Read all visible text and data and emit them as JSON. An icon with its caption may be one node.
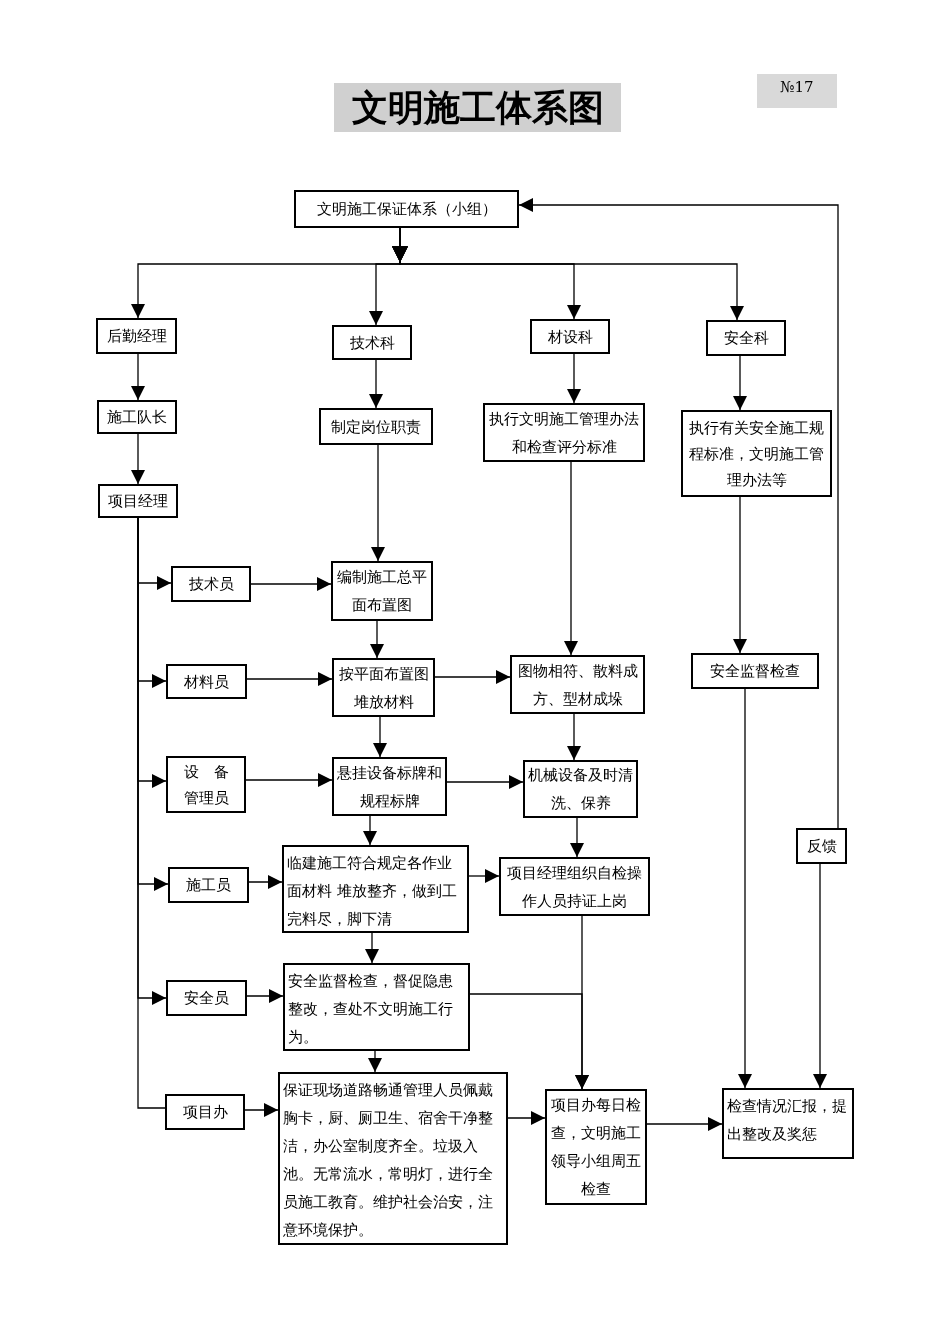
{
  "diagram": {
    "title": "文明施工体系图",
    "nodes": [
      {
        "text": [
          "文明施工保证体系（小组）"
        ]
      },
      {
        "text": [
          "后勤经理"
        ]
      },
      {
        "text": [
          "技术科"
        ]
      },
      {
        "text": [
          "材设科"
        ]
      },
      {
        "text": [
          "安全科"
        ]
      },
      {
        "text": [
          "施工队长"
        ]
      },
      {
        "text": [
          "制定岗位职责"
        ]
      },
      {
        "text": [
          "执行文明施工管理办法和检查评分标准"
        ]
      },
      {
        "text": [
          "执行有关安全施工规程标准，文明施工管理办法等"
        ]
      },
      {
        "text": [
          "项目经理"
        ]
      },
      {
        "text": [
          "技术员"
        ]
      },
      {
        "text": [
          "编制施工总平面布置图"
        ]
      },
      {
        "text": [
          "材料员"
        ]
      },
      {
        "text": [
          "按平面布置图堆放材料"
        ]
      },
      {
        "text": [
          "图物相符、散料成方、型材成垛"
        ]
      },
      {
        "text": [
          "安全监督检查"
        ]
      },
      {
        "text": [
          "设　备管理员"
        ]
      },
      {
        "text": [
          "悬挂设备标牌和规程标牌"
        ]
      },
      {
        "text": [
          "机械设备及时清洗、保养"
        ]
      },
      {
        "text": [
          "反馈"
        ]
      },
      {
        "text": [
          "施工员"
        ]
      },
      {
        "text": [
          "临建施工符合规定各作业面材料 堆放整齐，做到工完料尽，脚下清"
        ]
      },
      {
        "text": [
          "项目经理组织自检操作人员持证上岗"
        ]
      },
      {
        "text": [
          "安全员"
        ]
      },
      {
        "text": [
          "安全监督检查，督促隐患整改，查处不文明施工行为。"
        ]
      },
      {
        "text": [
          "项目办"
        ]
      },
      {
        "text": [
          "保证现场道路畅通管理人员佩戴胸卡，厨、厕卫生、宿舍干净整洁，办公室制度齐全。垃圾入池。无常流水，常明灯，进行全员施工教育。维护社会治安，注意环境保护。"
        ]
      },
      {
        "text": [
          "项目办每日检查，文明施工领导小组周五检查"
        ]
      },
      {
        "text": [
          "检查情况汇报，提出整改及奖惩"
        ]
      }
    ],
    "edges": [
      {
        "from": 0,
        "to": 1,
        "arrow": "to"
      },
      {
        "from": 0,
        "to": 2,
        "arrow": "to"
      },
      {
        "from": 0,
        "to": 3,
        "arrow": "to"
      },
      {
        "from": 0,
        "to": 4,
        "arrow": "to"
      },
      {
        "from": 1,
        "to": 5,
        "arrow": "to"
      },
      {
        "from": 5,
        "to": 9,
        "arrow": "to"
      },
      {
        "from": 2,
        "to": 6,
        "arrow": "to"
      },
      {
        "from": 3,
        "to": 7,
        "arrow": "to"
      },
      {
        "from": 4,
        "to": 8,
        "arrow": "to"
      },
      {
        "from": 6,
        "to": 11,
        "arrow": "to"
      },
      {
        "from": 7,
        "to": 14,
        "arrow": "to"
      },
      {
        "from": 8,
        "to": 15,
        "arrow": "to"
      },
      {
        "from": 9,
        "to": 10,
        "arrow": "to"
      },
      {
        "from": 9,
        "to": 12,
        "arrow": "to"
      },
      {
        "from": 9,
        "to": 16,
        "arrow": "to"
      },
      {
        "from": 9,
        "to": 20,
        "arrow": "to"
      },
      {
        "from": 9,
        "to": 23,
        "arrow": "to"
      },
      {
        "from": 9,
        "to": 25,
        "arrow": "none"
      },
      {
        "from": 10,
        "to": 11,
        "arrow": "to"
      },
      {
        "from": 11,
        "to": 13,
        "arrow": "to"
      },
      {
        "from": 12,
        "to": 13,
        "arrow": "to"
      },
      {
        "from": 13,
        "to": 14,
        "arrow": "to"
      },
      {
        "from": 13,
        "to": 17,
        "arrow": "to"
      },
      {
        "from": 14,
        "to": 18,
        "arrow": "to"
      },
      {
        "from": 16,
        "to": 17,
        "arrow": "to"
      },
      {
        "from": 17,
        "to": 18,
        "arrow": "to"
      },
      {
        "from": 17,
        "to": 21,
        "arrow": "to"
      },
      {
        "from": 18,
        "to": 22,
        "arrow": "to"
      },
      {
        "from": 20,
        "to": 21,
        "arrow": "to"
      },
      {
        "from": 21,
        "to": 22,
        "arrow": "to"
      },
      {
        "from": 21,
        "to": 24,
        "arrow": "to"
      },
      {
        "from": 23,
        "to": 24,
        "arrow": "to"
      },
      {
        "from": 24,
        "to": 27,
        "arrow": "to"
      },
      {
        "from": 22,
        "to": 27,
        "arrow": "to"
      },
      {
        "from": 24,
        "to": 26,
        "arrow": "to"
      },
      {
        "from": 25,
        "to": 26,
        "arrow": "to"
      },
      {
        "from": 26,
        "to": 27,
        "arrow": "to"
      },
      {
        "from": 27,
        "to": 28,
        "arrow": "to"
      },
      {
        "from": 15,
        "to": 28,
        "arrow": "to"
      },
      {
        "from": 19,
        "to": 28,
        "arrow": "to"
      },
      {
        "from": 19,
        "to": 0,
        "arrow": "to"
      }
    ],
    "labels": [
      "№17"
    ]
  }
}
